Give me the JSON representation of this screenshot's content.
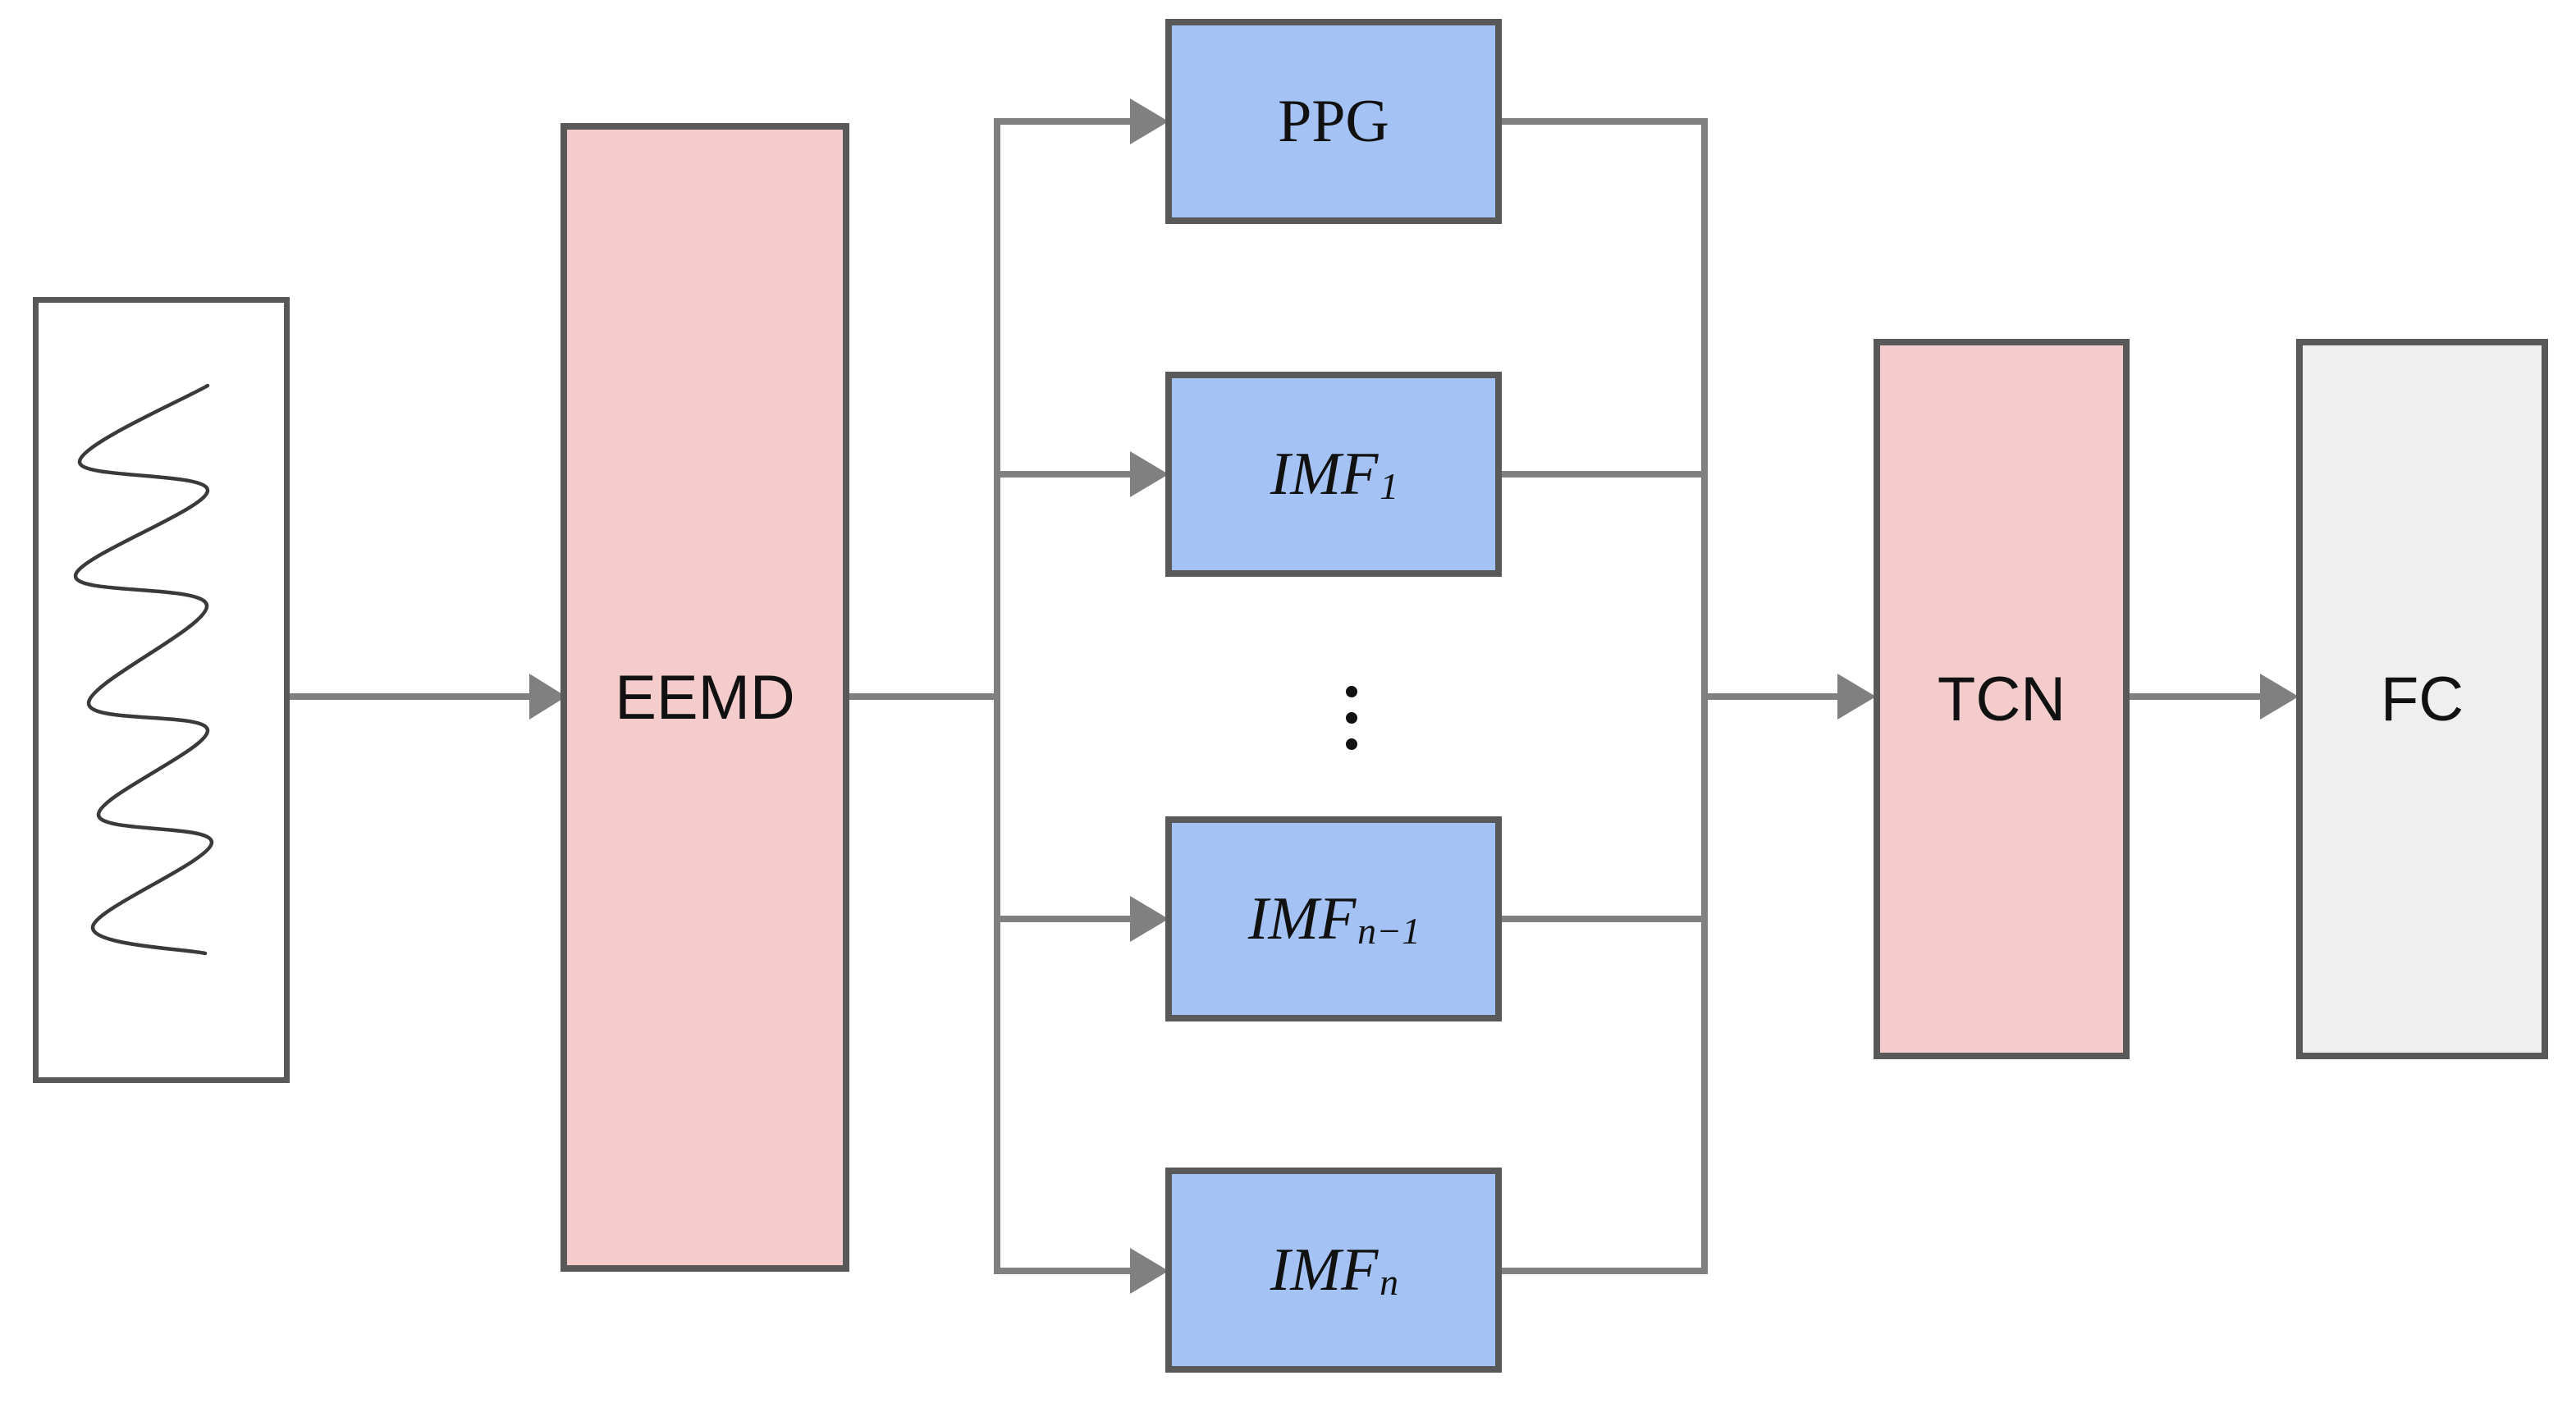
{
  "diagram": {
    "nodes": {
      "eemd": {
        "label": "EEMD"
      },
      "components": [
        {
          "label": "PPG",
          "sub": ""
        },
        {
          "label": "IMF",
          "sub": "1"
        },
        {
          "label": "IMF",
          "sub": "n−1"
        },
        {
          "label": "IMF",
          "sub": "n"
        }
      ],
      "tcn": {
        "label": "TCN"
      },
      "fc": {
        "label": "FC"
      }
    },
    "waveform": {
      "points": [
        [
          206,
          101
        ],
        [
          50,
          194
        ],
        [
          206,
          229
        ],
        [
          45,
          333
        ],
        [
          205,
          369
        ],
        [
          61,
          488
        ],
        [
          206,
          521
        ],
        [
          73,
          624
        ],
        [
          211,
          658
        ],
        [
          66,
          761
        ],
        [
          203,
          793
        ]
      ]
    },
    "colors": {
      "pink_fill": "#f4cccc",
      "blue_fill": "#a4c2f4",
      "gray_fill": "#efefef",
      "box_border": "#595959",
      "connector": "#808080",
      "waveform_stroke": "#3a3a3a",
      "text": "#111111"
    }
  }
}
